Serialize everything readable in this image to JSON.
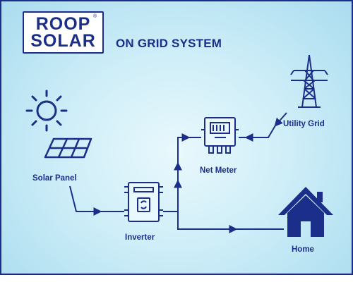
{
  "logo": {
    "line1": "ROOP",
    "line2": "SOLAR",
    "registered": "®"
  },
  "title": "ON GRID SYSTEM",
  "nodes": {
    "solar_panel": "Solar Panel",
    "inverter": "Inverter",
    "net_meter": "Net Meter",
    "utility_grid": "Utility Grid",
    "home": "Home"
  },
  "colors": {
    "primary": "#1b2f8a",
    "background": "#cfeef8"
  }
}
